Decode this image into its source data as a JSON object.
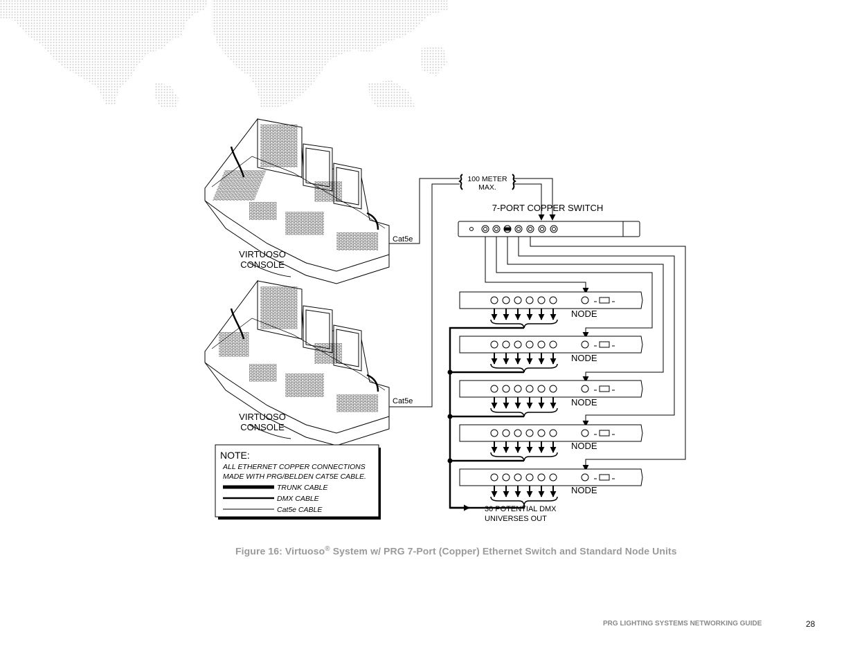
{
  "diagram": {
    "consoles": [
      {
        "label_line1": "VIRTUOSO",
        "label_line2": "CONSOLE",
        "cable_label": "Cat5e"
      },
      {
        "label_line1": "VIRTUOSO",
        "label_line2": "CONSOLE",
        "cable_label": "Cat5e"
      }
    ],
    "distance_line1": "100 METER",
    "distance_line2": "MAX.",
    "switch_label": "7-PORT COPPER SWITCH",
    "nodes": [
      {
        "label": "NODE"
      },
      {
        "label": "NODE"
      },
      {
        "label": "NODE"
      },
      {
        "label": "NODE"
      },
      {
        "label": "NODE"
      }
    ],
    "output_line1": "30 POTENTIAL DMX",
    "output_line2": "UNIVERSES OUT",
    "note": {
      "title": "NOTE:",
      "line1": "ALL ETHERNET COPPER CONNECTIONS",
      "line2": "MADE WITH PRG/BELDEN CAT5E CABLE.",
      "legend": [
        {
          "label": "TRUNK CABLE"
        },
        {
          "label": "DMX CABLE"
        },
        {
          "label": "Cat5e CABLE"
        }
      ]
    }
  },
  "caption": {
    "prefix": "Figure 16:  Virtuoso",
    "mark": "®",
    "rest": " System w/ PRG 7-Port (Copper) Ethernet Switch and Standard Node Units"
  },
  "footer": {
    "title": "PRG LIGHTING SYSTEMS NETWORKING GUIDE",
    "page": "28"
  }
}
